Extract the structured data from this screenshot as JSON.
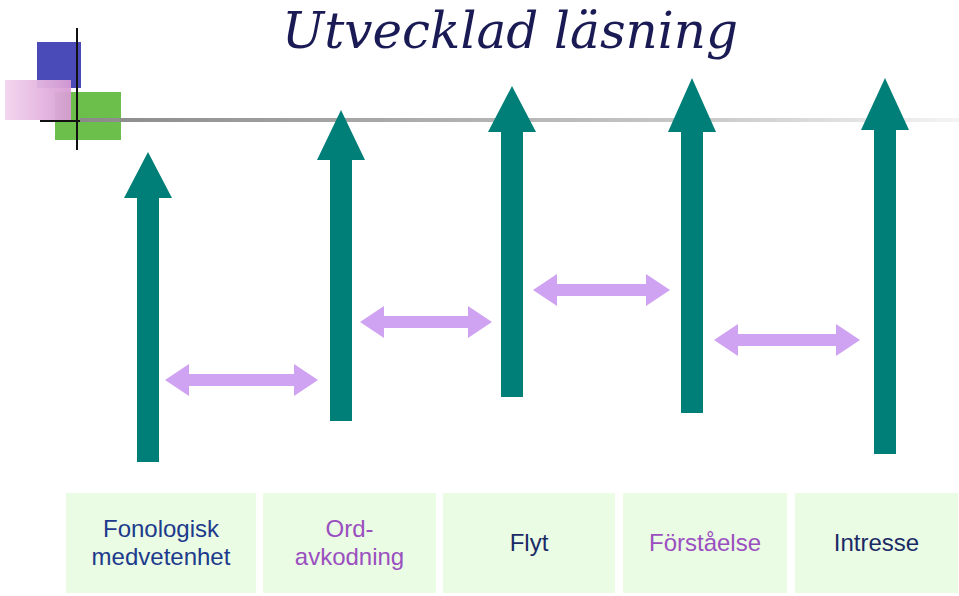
{
  "diagram": {
    "title": "Utvecklad läsning",
    "nodes": [
      {
        "text": [
          "Fonologisk medvetenhet"
        ]
      },
      {
        "text": [
          "Ord- avkodning"
        ]
      },
      {
        "text": [
          "Flyt"
        ]
      },
      {
        "text": [
          "Förståelse"
        ]
      },
      {
        "text": [
          "Intresse"
        ]
      }
    ]
  }
}
